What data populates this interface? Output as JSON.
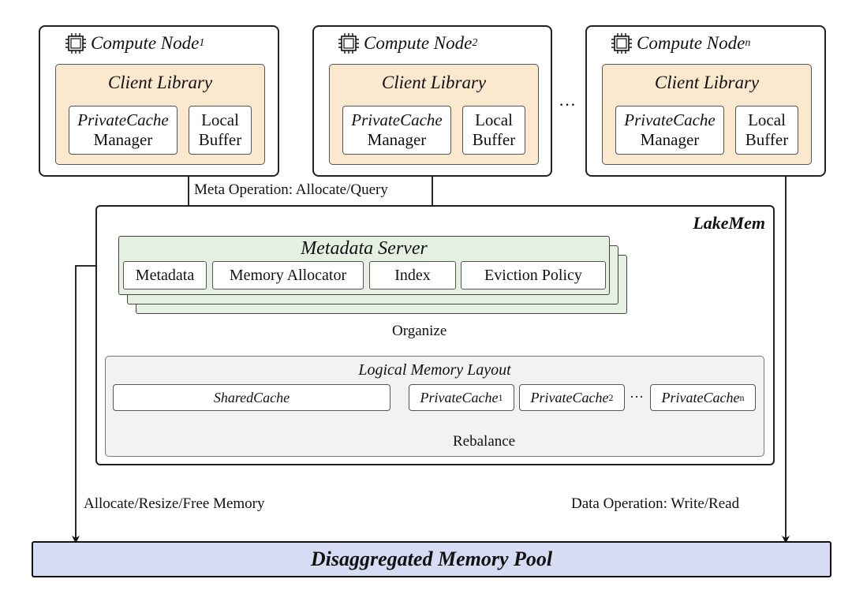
{
  "compute_nodes": [
    {
      "name": "Compute Node",
      "sub": "1"
    },
    {
      "name": "Compute Node",
      "sub": "2"
    },
    {
      "name": "Compute Node",
      "sub": "n"
    }
  ],
  "client_library": {
    "title": "Client Library",
    "private_cache_line1": "PrivateCache",
    "private_cache_line2": "Manager",
    "local_buffer_line1": "Local",
    "local_buffer_line2": "Buffer"
  },
  "ellipsis": "…",
  "meta_operation_label": "Meta Operation: Allocate/Query",
  "lakemem_title": "LakeMem",
  "metadata_server": {
    "title": "Metadata Server",
    "components": [
      "Metadata",
      "Memory Allocator",
      "Index",
      "Eviction Policy"
    ]
  },
  "organize_label": "Organize",
  "logical_layout": {
    "title": "Logical Memory Layout",
    "shared_cache": "SharedCache",
    "private_caches": [
      {
        "name": "PrivateCache",
        "sub": "1"
      },
      {
        "name": "PrivateCache",
        "sub": "2"
      },
      {
        "name": "PrivateCache",
        "sub": "n"
      }
    ],
    "dots": "···",
    "rebalance_label": "Rebalance"
  },
  "allocate_label": "Allocate/Resize/Free Memory",
  "data_operation_label": "Data Operation: Write/Read",
  "pool_title": "Disaggregated Memory Pool"
}
